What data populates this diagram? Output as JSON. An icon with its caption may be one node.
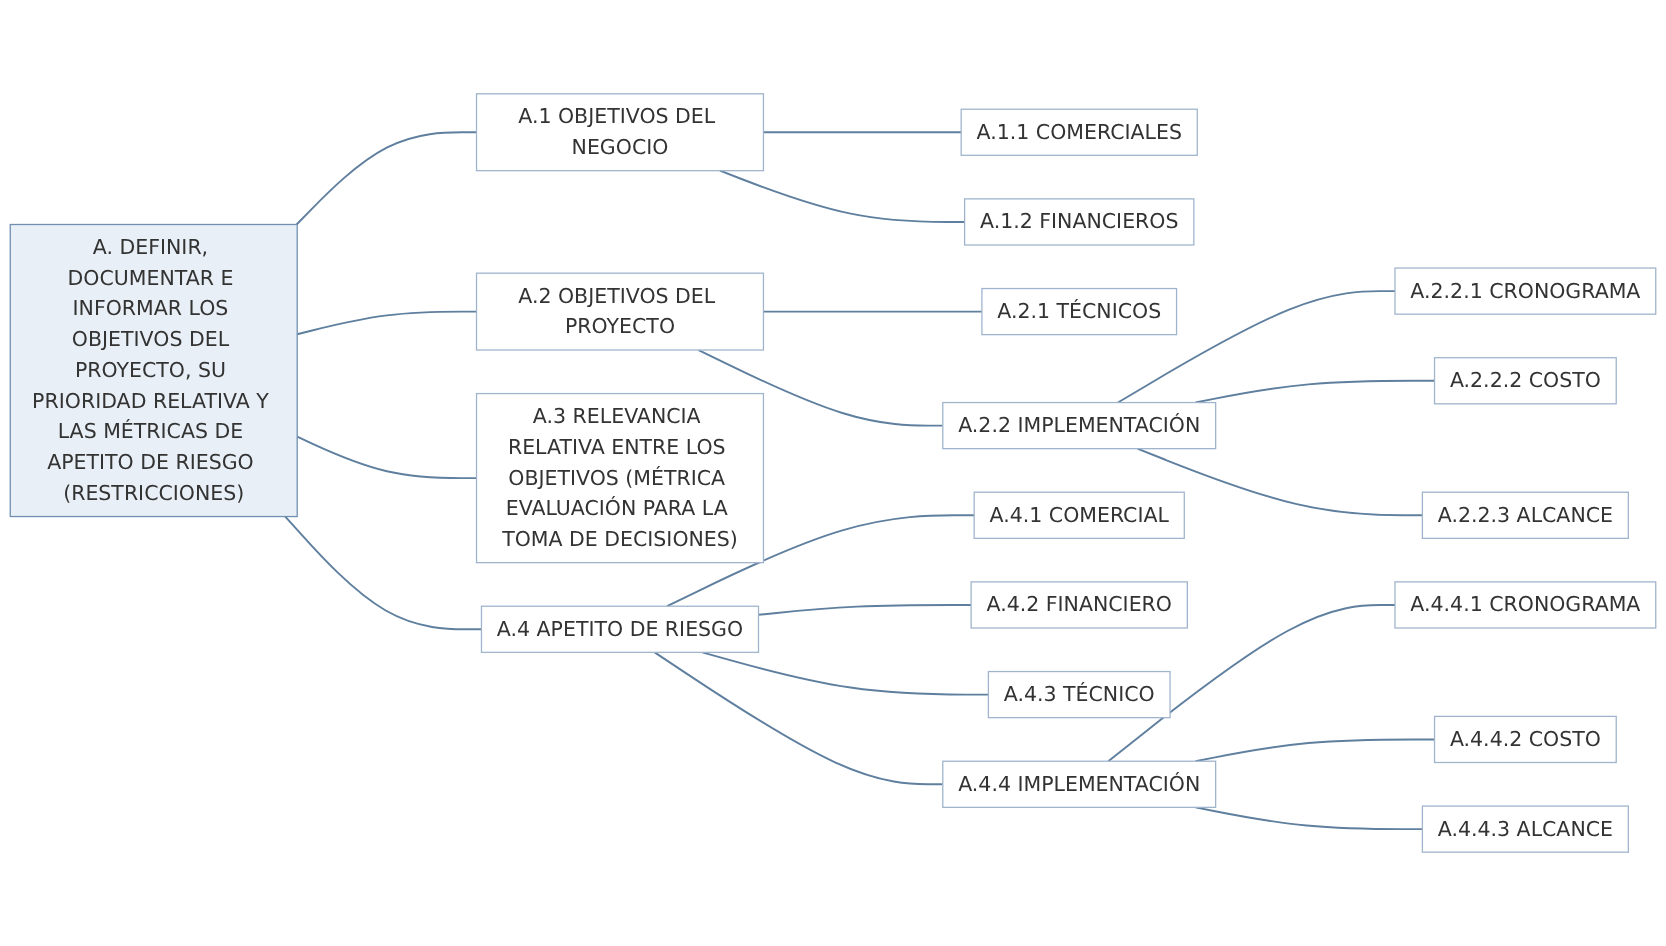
{
  "diagram": {
    "nodes": [
      {
        "text": [
          "A. DEFINIR, DOCUMENTAR E INFORMAR LOS OBJETIVOS DEL PROYECTO, SU PRIORIDAD RELATIVA Y LAS MÉTRICAS DE APETITO DE RIESGO (RESTRICCIONES)"
        ]
      },
      {
        "text": [
          "A.1 OBJETIVOS DEL NEGOCIO"
        ]
      },
      {
        "text": [
          "A.1.1 COMERCIALES"
        ]
      },
      {
        "text": [
          "A.1.2 FINANCIEROS"
        ]
      },
      {
        "text": [
          "A.2 OBJETIVOS DEL PROYECTO"
        ]
      },
      {
        "text": [
          "A.2.1 TÉCNICOS"
        ]
      },
      {
        "text": [
          "A.2.2 IMPLEMENTACIÓN"
        ]
      },
      {
        "text": [
          "A.2.2.1 CRONOGRAMA"
        ]
      },
      {
        "text": [
          "A.2.2.2 COSTO"
        ]
      },
      {
        "text": [
          "A.2.2.3 ALCANCE"
        ]
      },
      {
        "text": [
          "A.3 RELEVANCIA RELATIVA ENTRE LOS OBJETIVOS (MÉTRICA EVALUACIÓN PARA LA TOMA DE DECISIONES)"
        ]
      },
      {
        "text": [
          "A.4 APETITO DE RIESGO"
        ]
      },
      {
        "text": [
          "A.4.1 COMERCIAL"
        ]
      },
      {
        "text": [
          "A.4.2 FINANCIERO"
        ]
      },
      {
        "text": [
          "A.4.3 TÉCNICO"
        ]
      },
      {
        "text": [
          "A.4.4 IMPLEMENTACIÓN"
        ]
      },
      {
        "text": [
          "A.4.4.1 CRONOGRAMA"
        ]
      },
      {
        "text": [
          "A.4.4.2 COSTO"
        ]
      },
      {
        "text": [
          "A.4.4.3 ALCANCE"
        ]
      }
    ],
    "edges": [
      {
        "from": 0,
        "to": 1,
        "arrow": "none"
      },
      {
        "from": 1,
        "to": 2,
        "arrow": "none"
      },
      {
        "from": 1,
        "to": 3,
        "arrow": "none"
      },
      {
        "from": 0,
        "to": 4,
        "arrow": "none"
      },
      {
        "from": 4,
        "to": 5,
        "arrow": "none"
      },
      {
        "from": 4,
        "to": 6,
        "arrow": "none"
      },
      {
        "from": 6,
        "to": 7,
        "arrow": "none"
      },
      {
        "from": 6,
        "to": 8,
        "arrow": "none"
      },
      {
        "from": 6,
        "to": 9,
        "arrow": "none"
      },
      {
        "from": 0,
        "to": 10,
        "arrow": "none"
      },
      {
        "from": 0,
        "to": 11,
        "arrow": "none"
      },
      {
        "from": 11,
        "to": 12,
        "arrow": "none"
      },
      {
        "from": 11,
        "to": 13,
        "arrow": "none"
      },
      {
        "from": 11,
        "to": 14,
        "arrow": "none"
      },
      {
        "from": 11,
        "to": 15,
        "arrow": "none"
      },
      {
        "from": 15,
        "to": 16,
        "arrow": "none"
      },
      {
        "from": 15,
        "to": 17,
        "arrow": "none"
      },
      {
        "from": 15,
        "to": 18,
        "arrow": "none"
      }
    ]
  }
}
